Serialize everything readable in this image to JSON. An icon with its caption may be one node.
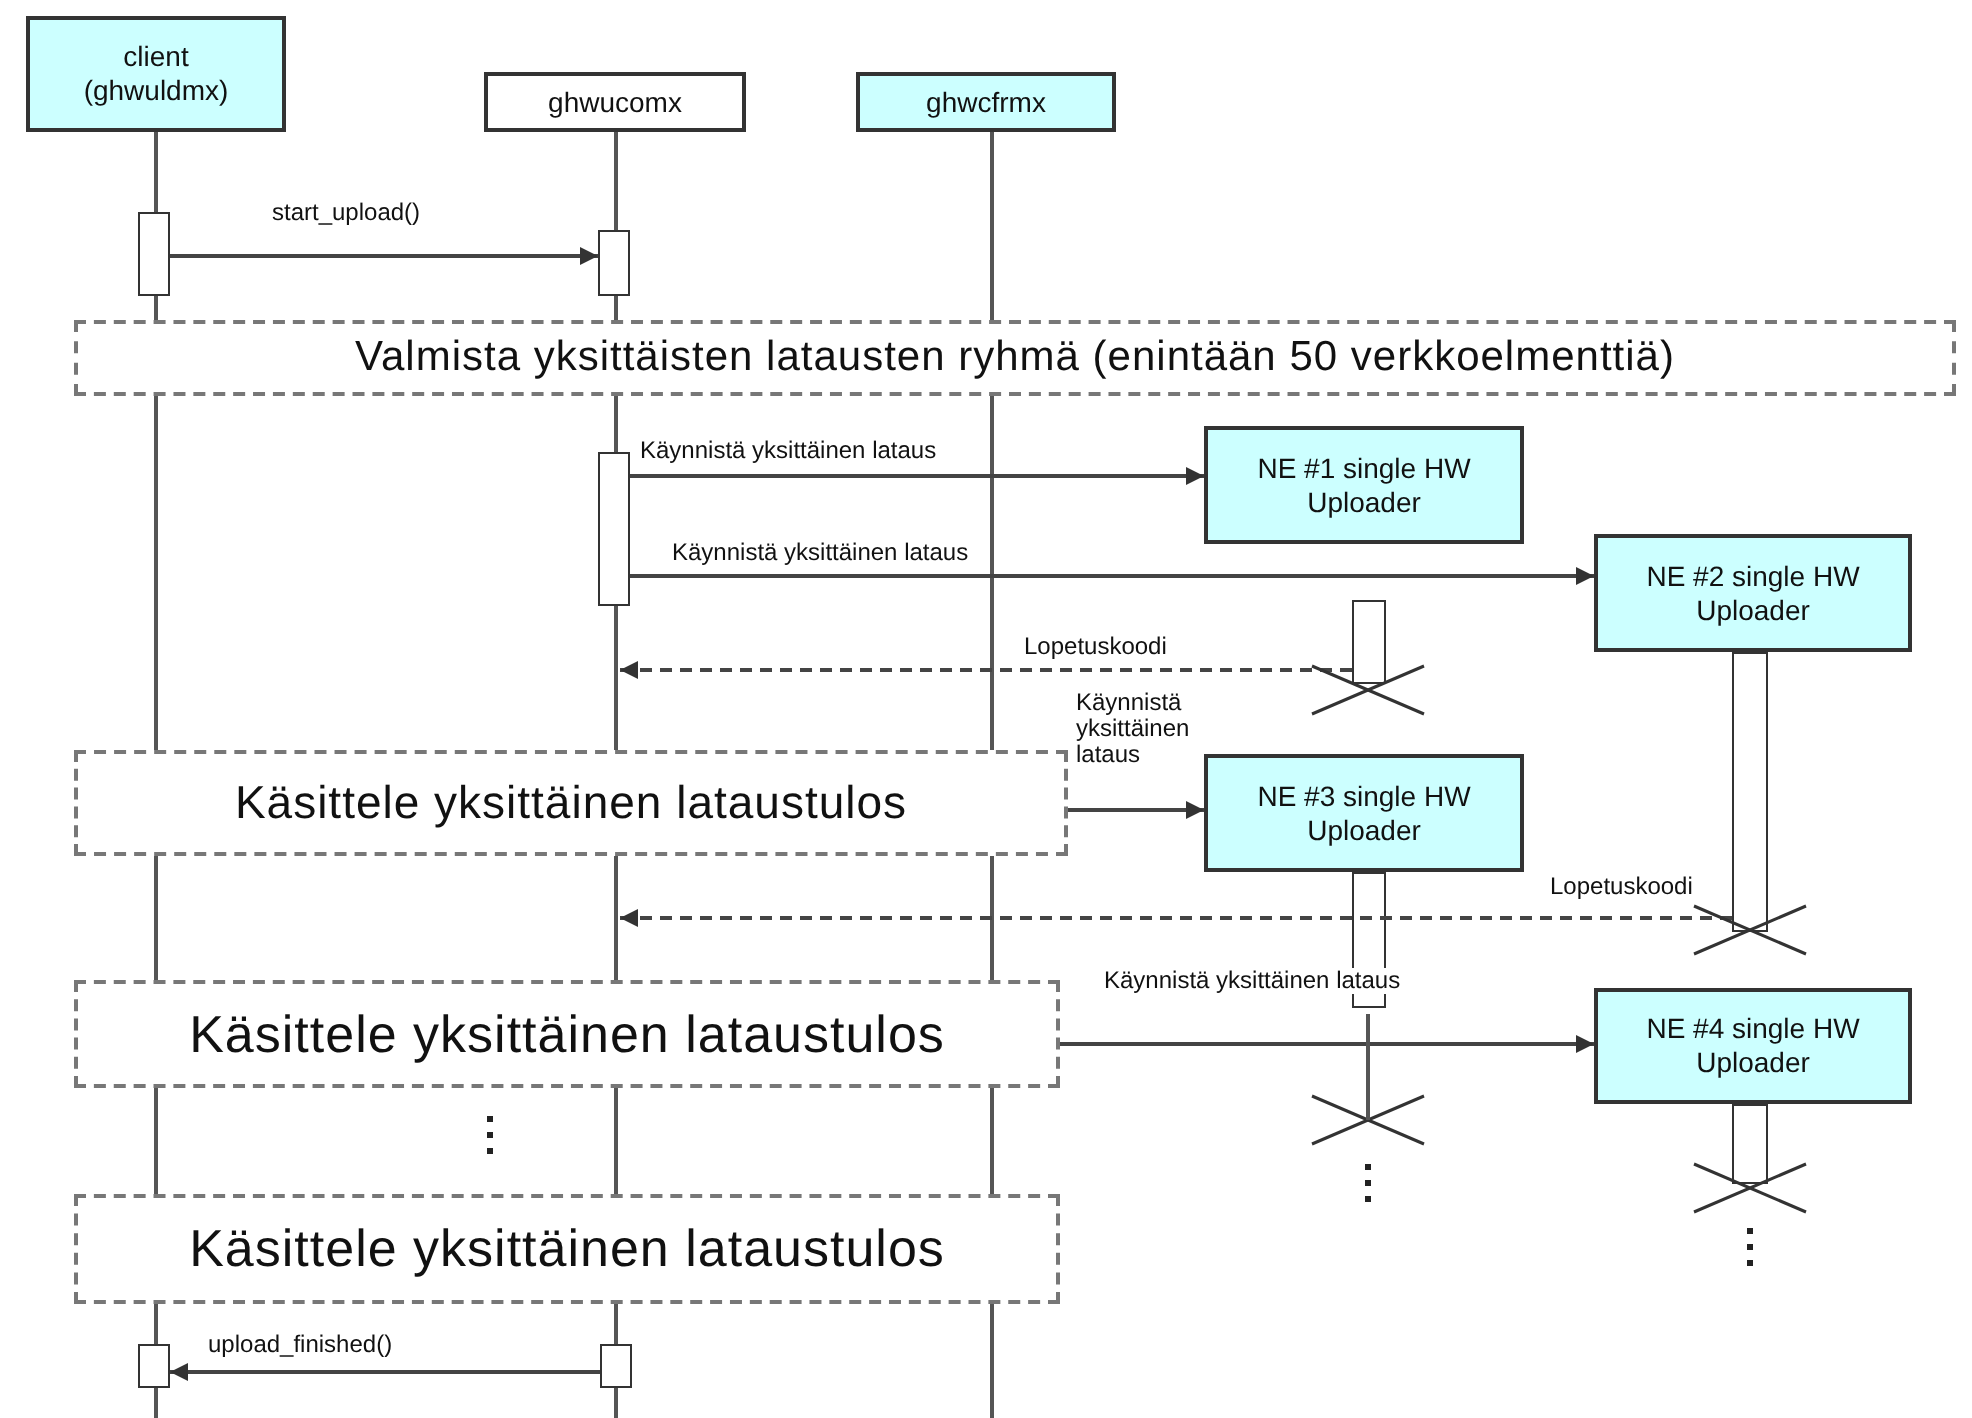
{
  "diagram": {
    "nodes": [
      {
        "text": [
          "client (ghwuldmx)"
        ]
      },
      {
        "text": [
          "ghwucomx"
        ]
      },
      {
        "text": [
          "ghwcfrmx"
        ]
      },
      {
        "text": [],
        "shape": "bar"
      },
      {
        "text": [],
        "shape": "bar"
      },
      {
        "text": [
          "Valmista yksittäisten latausten ryhmä (enintään 50 verkkoelmenttiä)"
        ]
      },
      {
        "text": [],
        "shape": "bar"
      },
      {
        "text": [
          "NE #1 single HW Uploader"
        ]
      },
      {
        "text": [],
        "shape": "bar"
      },
      {
        "text": [
          "NE #2 single HW Uploader"
        ]
      },
      {
        "text": [],
        "shape": "bar"
      },
      {
        "text": [
          "Käsittele yksittäinen lataustulos"
        ]
      },
      {
        "text": [
          "NE #3 single HW Uploader"
        ]
      },
      {
        "text": [],
        "shape": "bar"
      },
      {
        "text": [
          "Käsittele yksittäinen lataustulos"
        ]
      },
      {
        "text": [
          "NE #4 single HW Uploader"
        ]
      },
      {
        "text": [],
        "shape": "bar"
      },
      {
        "text": [
          "Käsittele yksittäinen lataustulos"
        ]
      },
      {
        "text": [],
        "shape": "bar"
      },
      {
        "text": [],
        "shape": "bar"
      }
    ],
    "edges": [
      {
        "from": 3,
        "to": 4,
        "arrow": "to",
        "label": "start_upload()"
      },
      {
        "from": 6,
        "to": 7,
        "arrow": "to",
        "label": "Käynnistä yksittäinen lataus"
      },
      {
        "from": 6,
        "to": 9,
        "arrow": "to",
        "label": "Käynnistä yksittäinen lataus"
      },
      {
        "from": 8,
        "to": null,
        "arrow": "to",
        "label": "Lopetuskoodi",
        "style": "dashed"
      },
      {
        "from": 11,
        "to": 12,
        "arrow": "to",
        "label": "Käynnistä yksittäinen lataus"
      },
      {
        "from": 10,
        "to": null,
        "arrow": "to",
        "label": "Lopetuskoodi",
        "style": "dashed"
      },
      {
        "from": 14,
        "to": 15,
        "arrow": "to",
        "label": "Käynnistä yksittäinen lataus"
      },
      {
        "from": 19,
        "to": 18,
        "arrow": "to",
        "label": "upload_finished()"
      }
    ]
  }
}
